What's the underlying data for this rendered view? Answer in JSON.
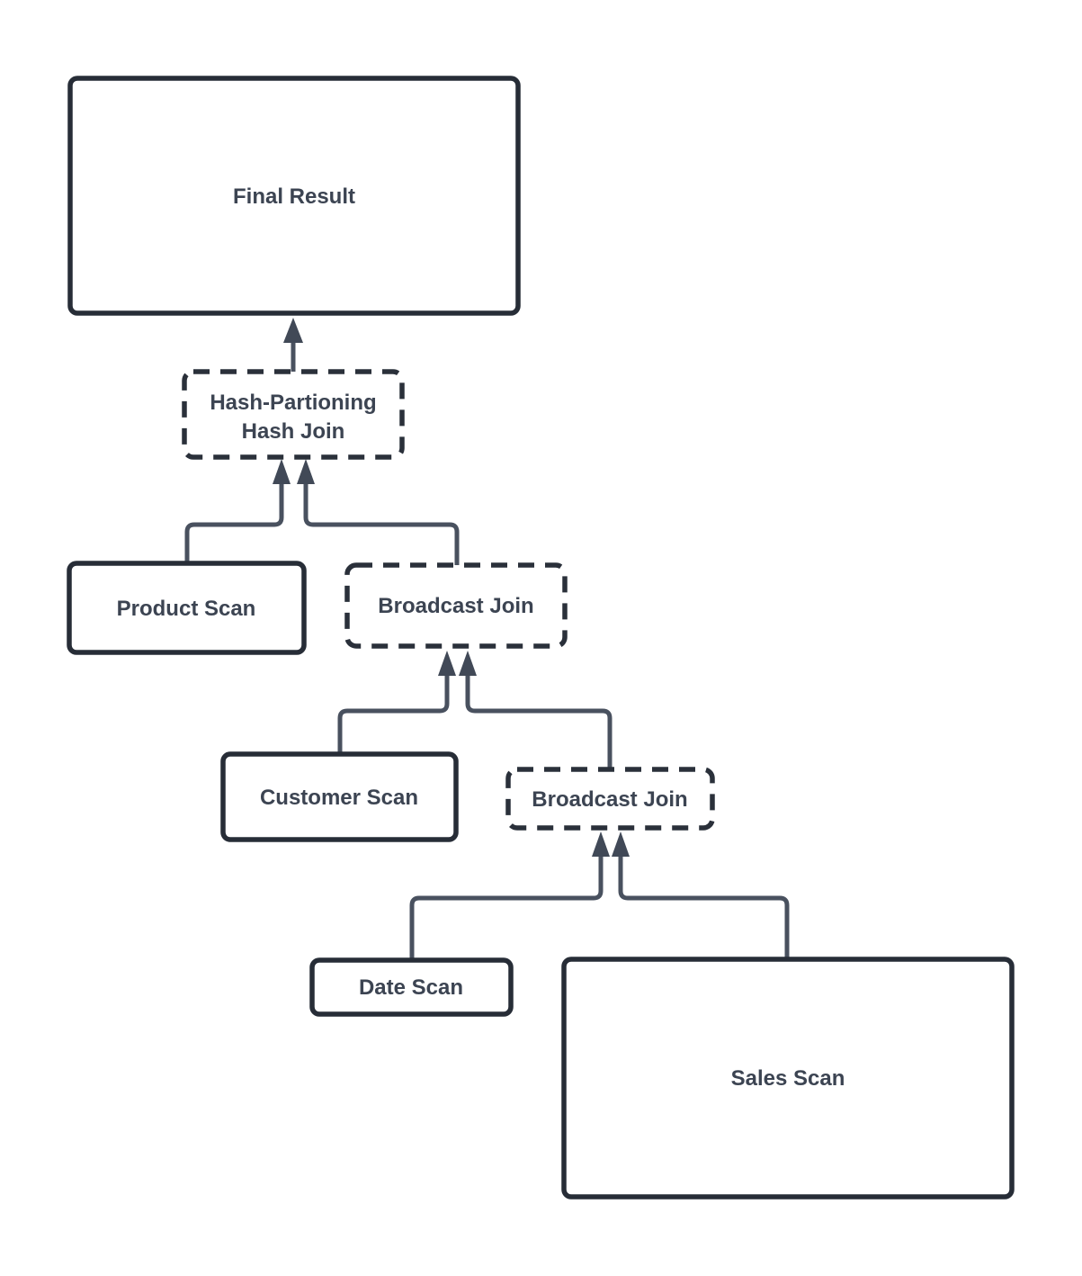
{
  "diagram": {
    "type": "query-plan-tree",
    "colors": {
      "background": "#ffffff",
      "node_fill": "#ffffff",
      "node_border_solid": "#272d37",
      "node_border_dashed": "#2a303a",
      "connector": "#49515f",
      "arrowhead": "#414957",
      "text": "#3c4452"
    },
    "nodes": {
      "final_result": {
        "label": "Final Result",
        "border": "solid"
      },
      "hash_join": {
        "label_line1": "Hash-Partioning",
        "label_line2": "Hash Join",
        "border": "dashed"
      },
      "product_scan": {
        "label": "Product Scan",
        "border": "solid"
      },
      "broadcast_join_1": {
        "label": "Broadcast Join",
        "border": "dashed"
      },
      "customer_scan": {
        "label": "Customer Scan",
        "border": "solid"
      },
      "broadcast_join_2": {
        "label": "Broadcast Join",
        "border": "dashed"
      },
      "date_scan": {
        "label": "Date Scan",
        "border": "solid"
      },
      "sales_scan": {
        "label": "Sales Scan",
        "border": "solid"
      }
    },
    "edges": [
      {
        "from": "hash_join",
        "to": "final_result"
      },
      {
        "from": "product_scan",
        "to": "hash_join"
      },
      {
        "from": "broadcast_join_1",
        "to": "hash_join"
      },
      {
        "from": "customer_scan",
        "to": "broadcast_join_1"
      },
      {
        "from": "broadcast_join_2",
        "to": "broadcast_join_1"
      },
      {
        "from": "date_scan",
        "to": "broadcast_join_2"
      },
      {
        "from": "sales_scan",
        "to": "broadcast_join_2"
      }
    ]
  }
}
